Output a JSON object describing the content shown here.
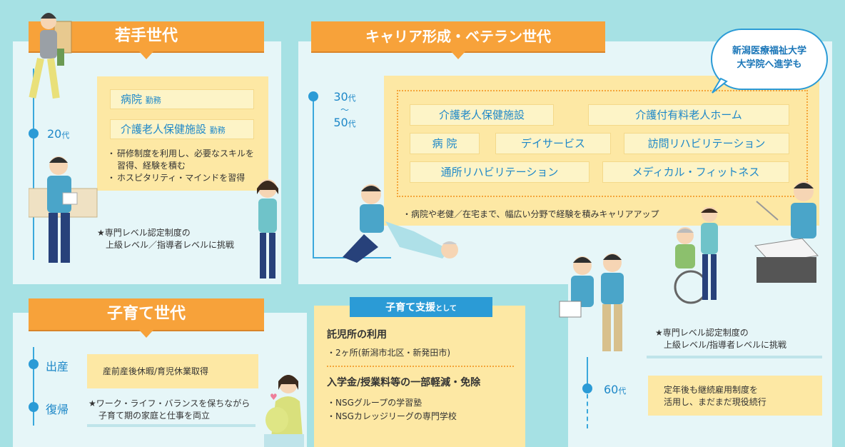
{
  "young": {
    "title": "若手世代",
    "age": "20",
    "age_unit": "代",
    "places": [
      {
        "name": "病院",
        "suffix": "勤務"
      },
      {
        "name": "介護老人保健施設",
        "suffix": "勤務"
      }
    ],
    "bullets": [
      "研修制度を利用し、必要なスキルを習得、経験を積む",
      "ホスピタリティ・マインドを習得"
    ],
    "star_note_line1": "★専門レベル認定制度の",
    "star_note_line2": "上級レベル／指導者レベルに挑戦"
  },
  "career": {
    "title": "キャリア形成・ベテラン世代",
    "age_from": "30",
    "age_from_unit": "代",
    "wave": "〜",
    "age_to": "50",
    "age_to_unit": "代",
    "workplaces": [
      "介護老人保健施設",
      "介護付有料老人ホーム",
      "病 院",
      "デイサービス",
      "訪問リハビリテーション",
      "通所リハビリテーション",
      "メディカル・フィットネス"
    ],
    "desc": "・病院や老健／在宅まで、幅広い分野で経験を積みキャリアアップ",
    "bubble_line1": "新潟医療福祉大学",
    "bubble_line2": "大学院へ進学も",
    "star_note_line1": "★専門レベル認定制度の",
    "star_note_line2": "上級レベル/指導者レベルに挑戦",
    "age60": "60",
    "age60_unit": "代",
    "note60_line1": "定年後も継続雇用制度を",
    "note60_line2": "活用し、まだまだ現役続行"
  },
  "parenting": {
    "title": "子育て世代",
    "label_birth": "出産",
    "birth_note": "産前産後休暇/育児休業取得",
    "label_return": "復帰",
    "return_line1": "★ワーク・ライフ・バランスを保ちながら",
    "return_line2": "子育て期の家庭と仕事を両立"
  },
  "support": {
    "title_main": "子育て支援",
    "title_suffix": "として",
    "nursery_heading": "託児所の利用",
    "nursery_detail": "・2ヶ所(新潟市北区・新発田市)",
    "fee_heading": "入学金/授業料等の一部軽減・免除",
    "fee_items": [
      "・NSGグループの学習塾",
      "・NSGカレッジリーグの専門学校"
    ]
  },
  "colors": {
    "banner": "#f7a23a",
    "note": "#fde8a4",
    "accent_blue": "#1e88c8",
    "panel": "#e6f6f8",
    "background": "#a6e1e4"
  }
}
